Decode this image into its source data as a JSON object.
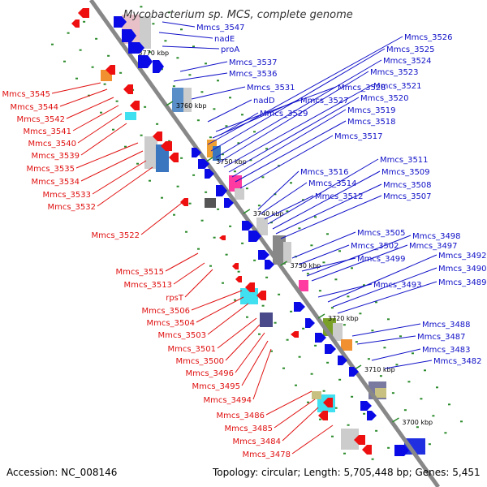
{
  "title": "Mycobacterium sp. MCS, complete genome",
  "footer": {
    "accession": "Accession: NC_008146",
    "topology": "Topology: circular; Length: 5,705,448 bp; Genes: 5,451"
  },
  "colors": {
    "axis": "#888888",
    "tick": "#2a8a2a",
    "forward_label": "#1010c8",
    "reverse_label": "#e01010",
    "forward_gene": "#0a0ae6",
    "reverse_gene": "#ee1010"
  },
  "ticks": [
    "3770 kbp",
    "3760 kbp",
    "3750 kbp",
    "3740 kbp",
    "3730 kbp",
    "3720 kbp",
    "3710 kbp",
    "3700 kbp"
  ],
  "labels_right": [
    "Mmcs_3547",
    "nadE",
    "proA",
    "Mmcs_3537",
    "Mmcs_3536",
    "Mmcs_3531",
    "nadD",
    "Mmcs_3529",
    "Mmcs_3528",
    "Mmcs_3527",
    "Mmcs_3526",
    "Mmcs_3525",
    "Mmcs_3524",
    "Mmcs_3523",
    "Mmcs_3521",
    "Mmcs_3520",
    "Mmcs_3519",
    "Mmcs_3518",
    "Mmcs_3517",
    "Mmcs_3516",
    "Mmcs_3514",
    "Mmcs_3512",
    "Mmcs_3511",
    "Mmcs_3509",
    "Mmcs_3508",
    "Mmcs_3507",
    "Mmcs_3505",
    "Mmcs_3502",
    "Mmcs_3499",
    "Mmcs_3498",
    "Mmcs_3497",
    "Mmcs_3493",
    "Mmcs_3492",
    "Mmcs_3490",
    "Mmcs_3489",
    "Mmcs_3488",
    "Mmcs_3487",
    "Mmcs_3483",
    "Mmcs_3482"
  ],
  "labels_left": [
    "Mmcs_3545",
    "Mmcs_3544",
    "Mmcs_3542",
    "Mmcs_3541",
    "Mmcs_3540",
    "Mmcs_3539",
    "Mmcs_3535",
    "Mmcs_3534",
    "Mmcs_3533",
    "Mmcs_3532",
    "Mmcs_3522",
    "Mmcs_3515",
    "Mmcs_3513",
    "rpsT",
    "Mmcs_3506",
    "Mmcs_3504",
    "Mmcs_3503",
    "Mmcs_3501",
    "Mmcs_3500",
    "Mmcs_3496",
    "Mmcs_3495",
    "Mmcs_3494",
    "Mmcs_3486",
    "Mmcs_3485",
    "Mmcs_3484",
    "Mmcs_3478"
  ]
}
